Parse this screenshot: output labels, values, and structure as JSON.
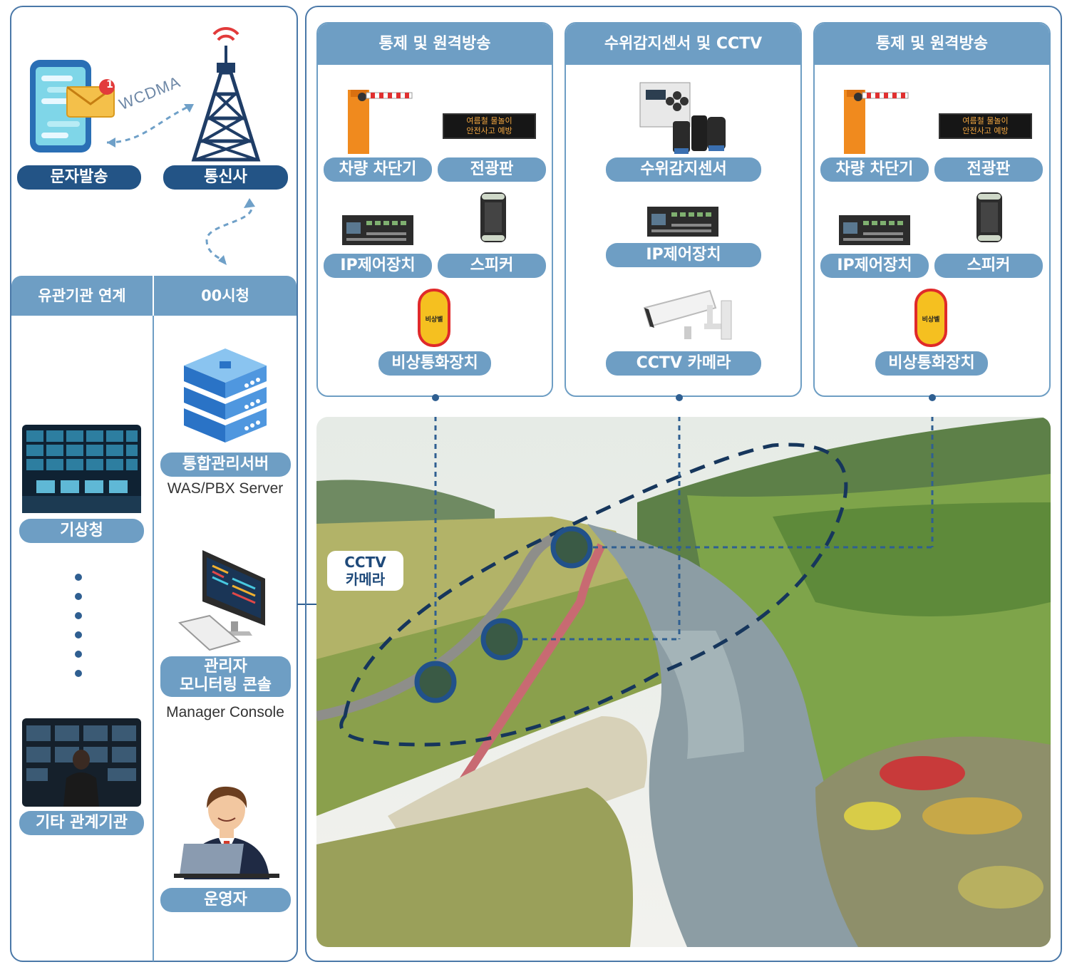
{
  "left": {
    "sms_label": "문자발송",
    "telecom_label": "통신사",
    "wcdma": "WCDMA",
    "badge_count": "1",
    "col_related": "유관기관 연계",
    "col_city": "00시청",
    "kma": "기상청",
    "other_agencies": "기타 관계기관",
    "server_label": "통합관리서버",
    "server_sub": "WAS/PBX Server",
    "console_label_1": "관리자",
    "console_label_2": "모니터링 콘솔",
    "console_sub": "Manager Console",
    "operator_label": "운영자"
  },
  "panels": [
    {
      "title": "통제 및 원격방송",
      "barrier": "차량 차단기",
      "sign": "전광판",
      "ip": "IP제어장치",
      "speaker": "스피커",
      "emergency": "비상통화장치",
      "sign_line1": "여름철 물놀이",
      "sign_line2": "안전사고 예방",
      "bell_text": "비상벨"
    },
    {
      "title": "수위감지센서 및 CCTV",
      "sensor": "수위감지센서",
      "ip": "IP제어장치",
      "cctv": "CCTV 카메라"
    },
    {
      "title": "통제 및 원격방송",
      "barrier": "차량 차단기",
      "sign": "전광판",
      "ip": "IP제어장치",
      "speaker": "스피커",
      "emergency": "비상통화장치",
      "sign_line1": "여름철 물놀이",
      "sign_line2": "안전사고 예방",
      "bell_text": "비상벨"
    }
  ],
  "map": {
    "cctv_callout_1": "CCTV",
    "cctv_callout_2": "카메라"
  },
  "colors": {
    "dark_blue": "#235486",
    "mid_blue": "#6e9ec4",
    "line_blue": "#2f5f91"
  }
}
